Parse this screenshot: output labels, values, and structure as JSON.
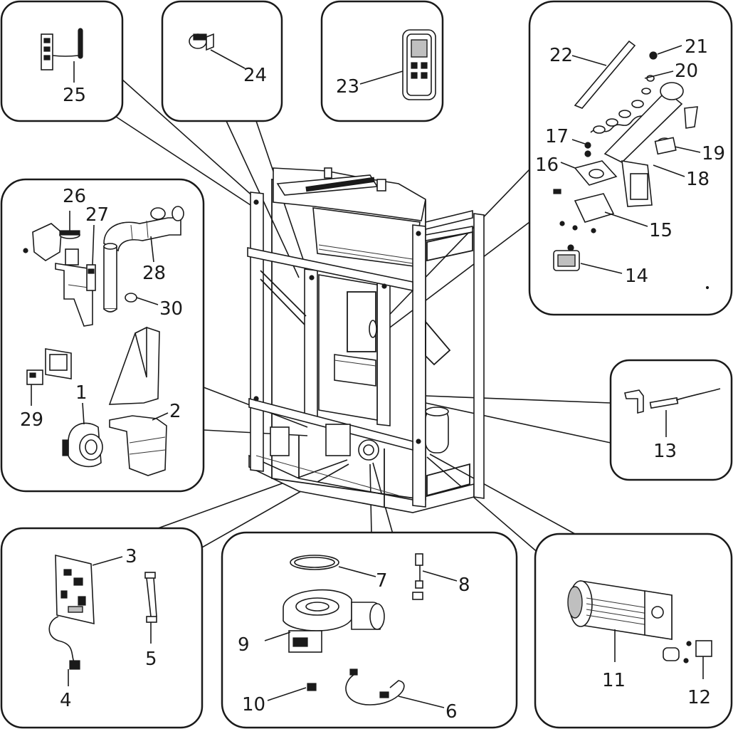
{
  "diagram": {
    "callouts": {
      "c1": "1",
      "c2": "2",
      "c3": "3",
      "c4": "4",
      "c5": "5",
      "c6": "6",
      "c7": "7",
      "c8": "8",
      "c9": "9",
      "c10": "10",
      "c11": "11",
      "c12": "12",
      "c13": "13",
      "c14": "14",
      "c15": "15",
      "c16": "16",
      "c17": "17",
      "c18": "18",
      "c19": "19",
      "c20": "20",
      "c21": "21",
      "c22": "22",
      "c23": "23",
      "c24": "24",
      "c25": "25",
      "c26": "26",
      "c27": "27",
      "c28": "28",
      "c29": "29",
      "c30": "30"
    },
    "colors": {
      "line": "#1a1a1a",
      "background": "#ffffff",
      "shade": "#bfbfbf"
    }
  }
}
